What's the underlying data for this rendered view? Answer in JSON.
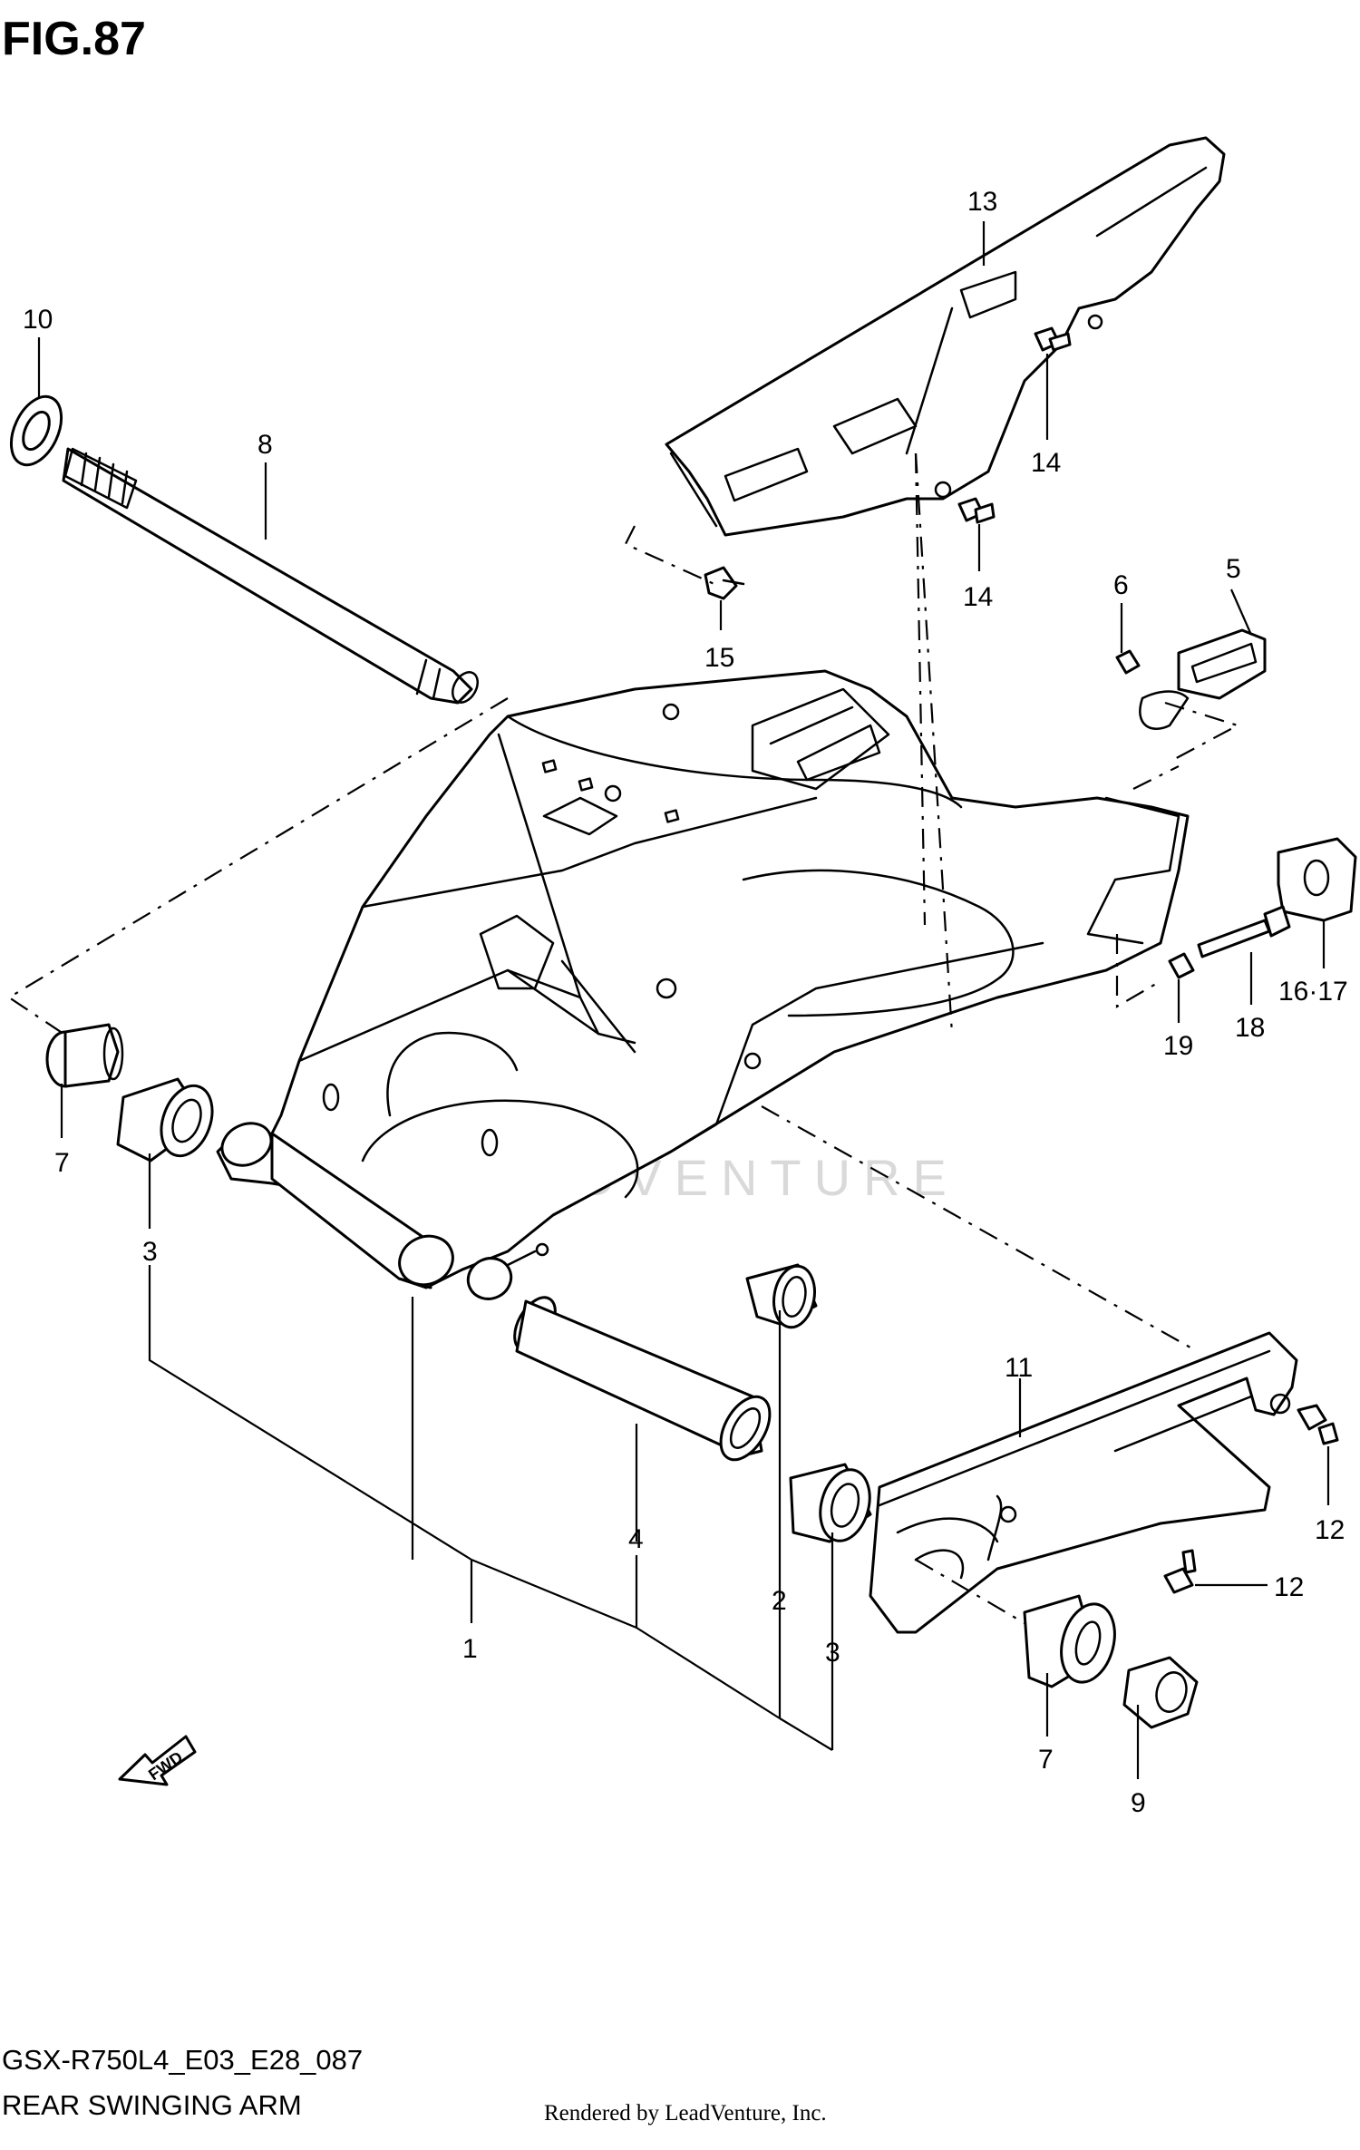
{
  "figure": {
    "title": "FIG.87",
    "code": "GSX-R750L4_E03_E28_087",
    "name": "REAR SWINGING ARM",
    "rendered_by": "Rendered by LeadVenture, Inc.",
    "watermark": "LEADVENTURE",
    "direction_label": "FWD"
  },
  "callouts": [
    {
      "id": "c1",
      "label": "1",
      "part": "swinging-arm"
    },
    {
      "id": "c2",
      "label": "2",
      "part": "needle-bearing"
    },
    {
      "id": "c3a",
      "label": "3",
      "part": "bearing-left"
    },
    {
      "id": "c3b",
      "label": "3",
      "part": "bearing-right"
    },
    {
      "id": "c4",
      "label": "4",
      "part": "spacer-pipe"
    },
    {
      "id": "c5",
      "label": "5",
      "part": "chain-guide-plate"
    },
    {
      "id": "c6",
      "label": "6",
      "part": "bolt"
    },
    {
      "id": "c7a",
      "label": "7",
      "part": "dust-seal-left"
    },
    {
      "id": "c7b",
      "label": "7",
      "part": "dust-seal-right"
    },
    {
      "id": "c8",
      "label": "8",
      "part": "pivot-shaft"
    },
    {
      "id": "c9",
      "label": "9",
      "part": "pivot-nut"
    },
    {
      "id": "c10",
      "label": "10",
      "part": "lock-nut"
    },
    {
      "id": "c11",
      "label": "11",
      "part": "chain-buffer"
    },
    {
      "id": "c12a",
      "label": "12",
      "part": "buffer-bolt-upper"
    },
    {
      "id": "c12b",
      "label": "12",
      "part": "buffer-bolt-lower"
    },
    {
      "id": "c13",
      "label": "13",
      "part": "chain-cover"
    },
    {
      "id": "c14a",
      "label": "14",
      "part": "cover-bolt-upper"
    },
    {
      "id": "c14b",
      "label": "14",
      "part": "cover-bolt-lower"
    },
    {
      "id": "c15",
      "label": "15",
      "part": "clip"
    },
    {
      "id": "c1617",
      "label": "16·17",
      "part": "chain-adjuster"
    },
    {
      "id": "c18",
      "label": "18",
      "part": "adjuster-bolt"
    },
    {
      "id": "c19",
      "label": "19",
      "part": "adjuster-nut"
    }
  ]
}
